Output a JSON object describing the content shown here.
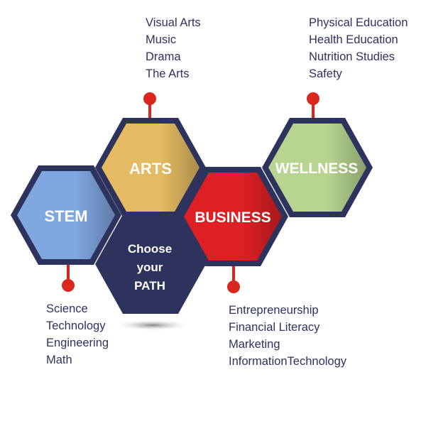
{
  "colors": {
    "border": "#2e335e",
    "stem": "#7fa7e0",
    "arts": "#e4bb62",
    "business": "#dc2024",
    "wellness": "#b7d590",
    "center": "#2e335e",
    "pin": "#d9261f",
    "text": "#2d3260"
  },
  "hexes": {
    "stem": "STEM",
    "arts": "ARTS",
    "business": "BUSINESS",
    "wellness": "WELLNESS",
    "center": [
      "Choose",
      "your",
      "PATH"
    ]
  },
  "lists": {
    "arts": [
      "Visual Arts",
      "Music",
      "Drama",
      "The Arts"
    ],
    "wellness": [
      "Physical Education",
      "Health Education",
      "Nutrition Studies",
      "Safety"
    ],
    "stem": [
      "Science",
      "Technology",
      "Engineering",
      "Math"
    ],
    "business": [
      "Entrepreneurship",
      "Financial Literacy",
      "Marketing",
      "InformationTechnology"
    ]
  }
}
